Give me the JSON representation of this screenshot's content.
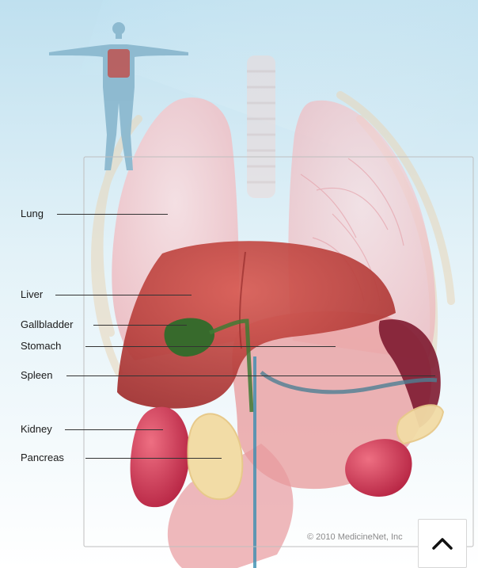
{
  "labels": {
    "lung": "Lung",
    "liver": "Liver",
    "gallbladder": "Gallbladder",
    "stomach": "Stomach",
    "spleen": "Spleen",
    "kidney": "Kidney",
    "pancreas": "Pancreas"
  },
  "copyright": "© 2010 MedicineNet, Inc",
  "controls": {
    "scroll_top_icon": "chevron-up-icon"
  },
  "colors": {
    "lung": "#f2c4c8",
    "liver": "#c2433f",
    "gallbladder": "#2f6b2a",
    "stomach": "#eaa4a6",
    "spleen": "#7e1930",
    "kidney": "#d2334f",
    "pancreas": "#f2dca6",
    "background_sky": "#cfe6f2"
  }
}
